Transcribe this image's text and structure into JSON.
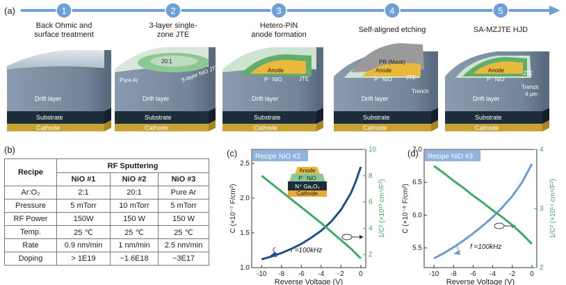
{
  "panel_a": {
    "label": "(a)",
    "steps": [
      {
        "number": "1",
        "title_line1": "Back Ohmic and",
        "title_line2": "surface treatment"
      },
      {
        "number": "2",
        "title_line1": "3-layer single-",
        "title_line2": "zone JTE"
      },
      {
        "number": "3",
        "title_line1": "Hetero-PiN",
        "title_line2": "anode formation"
      },
      {
        "number": "4",
        "title_line1": "Self-aligned etching",
        "title_line2": ""
      },
      {
        "number": "5",
        "title_line1": "SA-MZJTE HJD",
        "title_line2": ""
      }
    ],
    "layer_labels": {
      "drift": "Drift layer",
      "substrate": "Substrate",
      "cathode": "Cathode",
      "ratio": "20:1",
      "pure_ar": "Pure Ar",
      "three_layer": "3-layer NiO JTE",
      "anode": "Anode",
      "p_nio": "P⁻ NiO",
      "jte": "JTE",
      "pr_mask": "PR (Mask)",
      "trench": "Trench",
      "trench_depth": "4 μm"
    },
    "colors": {
      "timeline": "#6f9fd8",
      "drift": "#7d8fa3",
      "substrate": "#1e2d3a",
      "cathode": "#c9a235",
      "jte_green": "#8cc894",
      "anode_gold": "#e8b93a"
    }
  },
  "panel_b": {
    "label": "(b)",
    "header_recipe": "Recipe",
    "header_group": "RF Sputtering",
    "columns": [
      "NiO #1",
      "NiO #2",
      "NiO #3"
    ],
    "rows": [
      {
        "name": "Ar:O₂",
        "values": [
          "2:1",
          "20:1",
          "Pure Ar"
        ]
      },
      {
        "name": "Pressure",
        "values": [
          "5 mTorr",
          "10 mTorr",
          "5 mTorr"
        ]
      },
      {
        "name": "RF Power",
        "values": [
          "150W",
          "150 W",
          "150 W"
        ]
      },
      {
        "name": "Temp.",
        "values": [
          "25 ℃",
          "25 ℃",
          "25 ℃"
        ]
      },
      {
        "name": "Rate",
        "values": [
          "0.9 nm/min",
          "1 nm/min",
          "2.5 nm/min"
        ]
      },
      {
        "name": "Doping",
        "values": [
          "> 1E19",
          "~1.6E18",
          "~3E17"
        ]
      }
    ]
  },
  "panel_c": {
    "label": "(c)",
    "recipe_banner": "Recipe NiO #2",
    "freq_label": "f =100kHz",
    "inset": {
      "anode": "Anode",
      "pnio": "P⁻ NiO",
      "ga2o3": "N⁺ Ga₂O₃",
      "cathode": "Cathode"
    }
  },
  "panel_d": {
    "label": "(d)",
    "recipe_banner": "Recipe NiO #3",
    "freq_label": "f =100kHz"
  },
  "chart_data": [
    {
      "type": "line",
      "xlabel": "Reverse Voltage (V)",
      "ylabel_left": "C (×10⁻⁷ F/cm²)",
      "ylabel_right": "1/C² (×10¹³ cm⁴/F²)",
      "xlim": [
        -11,
        0.5
      ],
      "ylim_left": [
        1.0,
        2.7
      ],
      "ylim_right": [
        1,
        10
      ],
      "x_ticks": [
        -10,
        -8,
        -6,
        -4,
        -2,
        0
      ],
      "y_ticks_left": [
        1.0,
        1.5,
        2.0,
        2.5
      ],
      "y_ticks_right": [
        2,
        4,
        6,
        8,
        10
      ],
      "series": [
        {
          "axis": "left",
          "color": "#1f4e8c",
          "x": [
            -10,
            -9,
            -8,
            -7,
            -6,
            -5,
            -4,
            -3,
            -2,
            -1,
            -0.5,
            0
          ],
          "y": [
            1.12,
            1.16,
            1.21,
            1.27,
            1.34,
            1.43,
            1.53,
            1.66,
            1.83,
            2.07,
            2.24,
            2.45
          ]
        },
        {
          "axis": "right",
          "color": "#3daa63",
          "x": [
            -10,
            -9,
            -8,
            -7,
            -6,
            -5,
            -4,
            -3,
            -2,
            -1,
            0
          ],
          "y": [
            8.0,
            7.4,
            6.8,
            6.2,
            5.6,
            5.0,
            4.4,
            3.75,
            3.1,
            2.45,
            1.7
          ]
        }
      ]
    },
    {
      "type": "line",
      "xlabel": "Reverse Voltage (V)",
      "ylabel_left": "C (×10⁻⁸ F/cm²)",
      "ylabel_right": "1/C² (×10¹⁴ cm⁴/F²)",
      "xlim": [
        -11,
        0.5
      ],
      "ylim_left": [
        5.2,
        7.0
      ],
      "ylim_right": [
        2,
        4
      ],
      "x_ticks": [
        -10,
        -8,
        -6,
        -4,
        -2,
        0
      ],
      "y_ticks_left": [
        5.5,
        6.0,
        6.5,
        7.0
      ],
      "y_ticks_right": [
        2,
        3,
        4
      ],
      "series": [
        {
          "axis": "left",
          "color": "#6b9bcf",
          "x": [
            -10,
            -9,
            -8,
            -7,
            -6,
            -5,
            -4,
            -3,
            -2,
            -1,
            0
          ],
          "y": [
            5.34,
            5.42,
            5.51,
            5.61,
            5.72,
            5.84,
            5.97,
            6.12,
            6.29,
            6.5,
            6.78
          ]
        },
        {
          "axis": "right",
          "color": "#3daa63",
          "x": [
            -10,
            -9,
            -8,
            -7,
            -6,
            -5,
            -4,
            -3,
            -2,
            -1,
            0
          ],
          "y": [
            3.72,
            3.6,
            3.47,
            3.35,
            3.22,
            3.1,
            2.97,
            2.85,
            2.72,
            2.57,
            2.4
          ]
        }
      ]
    }
  ]
}
